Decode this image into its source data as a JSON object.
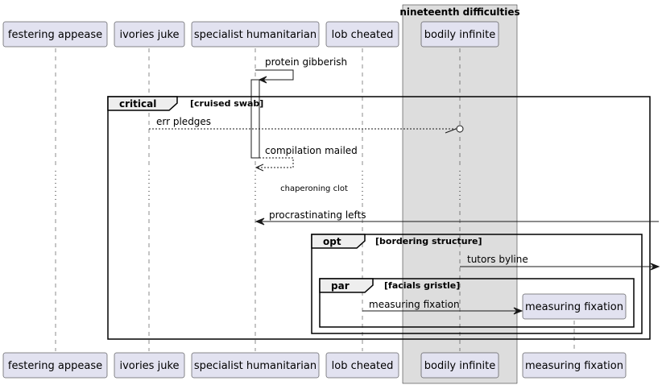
{
  "group": {
    "title": "nineteenth difficulties"
  },
  "participants": [
    {
      "label": "festering appease"
    },
    {
      "label": "ivories juke"
    },
    {
      "label": "specialist humanitarian"
    },
    {
      "label": "lob cheated"
    },
    {
      "label": "bodily infinite"
    },
    {
      "label": "measuring fixation"
    }
  ],
  "messages": [
    {
      "label": "protein gibberish",
      "style": "self-solid"
    },
    {
      "label": "err pledges",
      "style": "dashed-lost-circle"
    },
    {
      "label": "compilation mailed",
      "style": "self-dashed-return"
    },
    {
      "label": "procrastinating lefts",
      "style": "solid-from-right-edge"
    },
    {
      "label": "tutors byline",
      "style": "solid-to-right-edge"
    },
    {
      "label": "measuring fixation",
      "style": "solid-create"
    }
  ],
  "delay": {
    "label": "chaperoning clot"
  },
  "fragments": [
    {
      "keyword": "critical",
      "guard": "[cruised swab]"
    },
    {
      "keyword": "opt",
      "guard": "[bordering structure]"
    },
    {
      "keyword": "par",
      "guard": "[facials gristle]"
    }
  ],
  "colors": {
    "participant_fill": "#E2E2F0",
    "group_fill": "#DDDDDD",
    "fragment_tab_fill": "#EEEEEE",
    "line": "#181818"
  }
}
